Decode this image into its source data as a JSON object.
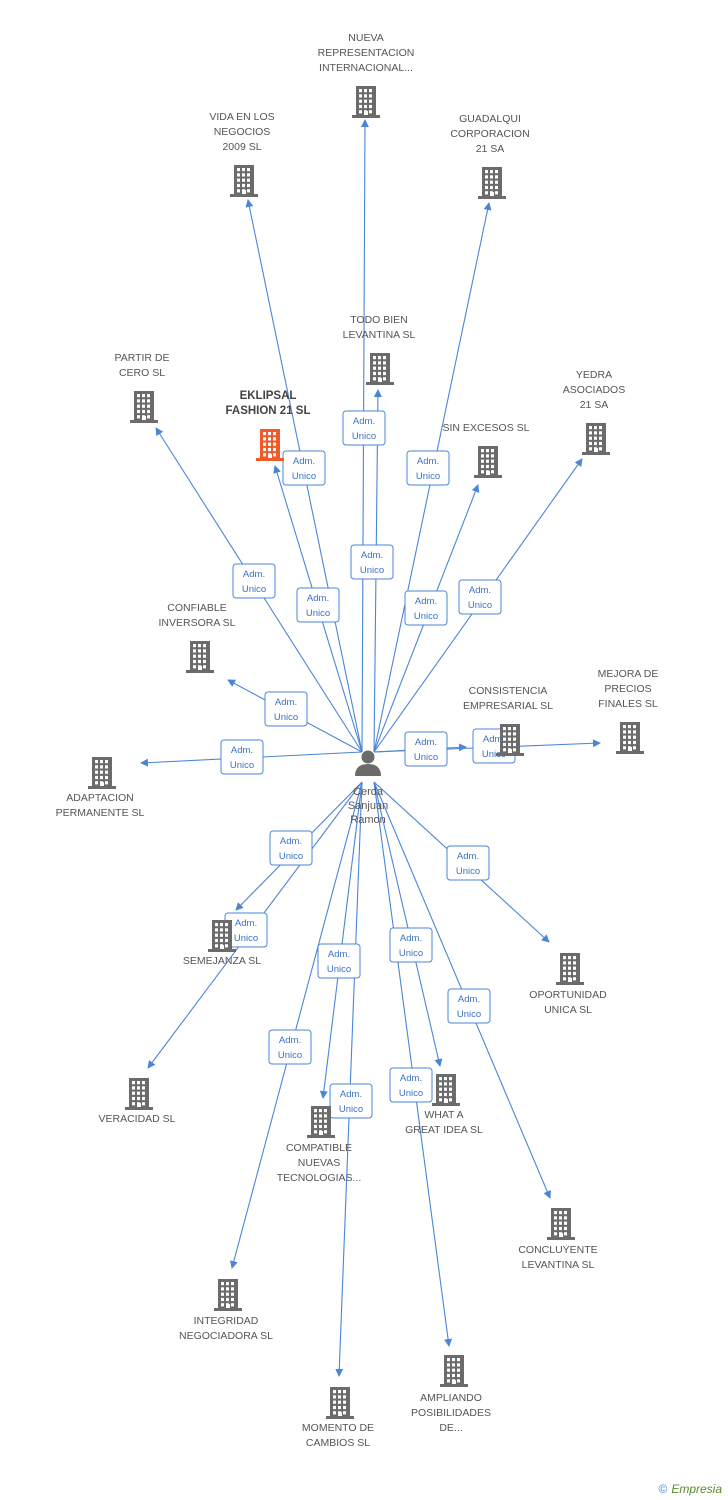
{
  "center": {
    "label_lines": [
      "Cerda",
      "Sanjuan",
      "Ramon"
    ]
  },
  "edge_label_lines": [
    "Adm.",
    "Unico"
  ],
  "nodes": [
    {
      "id": "nueva",
      "lines": [
        "NUEVA",
        "REPRESENTACION",
        "INTERNACIONAL..."
      ],
      "label_pos": "above",
      "highlight": false
    },
    {
      "id": "vida",
      "lines": [
        "VIDA EN LOS",
        "NEGOCIOS",
        "2009 SL"
      ],
      "label_pos": "above",
      "highlight": false
    },
    {
      "id": "guadalqui",
      "lines": [
        "GUADALQUI",
        "CORPORACION",
        "21 SA"
      ],
      "label_pos": "above",
      "highlight": false
    },
    {
      "id": "todobien",
      "lines": [
        "TODO BIEN",
        "LEVANTINA SL"
      ],
      "label_pos": "above",
      "highlight": false
    },
    {
      "id": "partir",
      "lines": [
        "PARTIR DE",
        "CERO SL"
      ],
      "label_pos": "above",
      "highlight": false
    },
    {
      "id": "eklipsal",
      "lines": [
        "EKLIPSAL",
        "FASHION 21 SL"
      ],
      "label_pos": "above",
      "highlight": true
    },
    {
      "id": "yedra",
      "lines": [
        "YEDRA",
        "ASOCIADOS",
        "21 SA"
      ],
      "label_pos": "above",
      "highlight": false
    },
    {
      "id": "sinexcesos",
      "lines": [
        "SIN EXCESOS SL"
      ],
      "label_pos": "above",
      "highlight": false
    },
    {
      "id": "confiable",
      "lines": [
        "CONFIABLE",
        "INVERSORA SL"
      ],
      "label_pos": "above",
      "highlight": false
    },
    {
      "id": "consistencia",
      "lines": [
        "CONSISTENCIA",
        "EMPRESARIAL SL"
      ],
      "label_pos": "above",
      "highlight": false
    },
    {
      "id": "mejora",
      "lines": [
        "MEJORA DE",
        "PRECIOS",
        "FINALES SL"
      ],
      "label_pos": "above",
      "highlight": false
    },
    {
      "id": "adaptacion",
      "lines": [
        "ADAPTACION",
        "PERMANENTE SL"
      ],
      "label_pos": "below",
      "highlight": false
    },
    {
      "id": "semejanza",
      "lines": [
        "SEMEJANZA SL"
      ],
      "label_pos": "below",
      "highlight": false
    },
    {
      "id": "oportunidad",
      "lines": [
        "OPORTUNIDAD",
        "UNICA SL"
      ],
      "label_pos": "below",
      "highlight": false
    },
    {
      "id": "veracidad",
      "lines": [
        "VERACIDAD SL"
      ],
      "label_pos": "below",
      "highlight": false
    },
    {
      "id": "whata",
      "lines": [
        "WHAT A",
        "GREAT IDEA SL"
      ],
      "label_pos": "below",
      "highlight": false
    },
    {
      "id": "compatible",
      "lines": [
        "COMPATIBLE",
        "NUEVAS",
        "TECNOLOGIAS..."
      ],
      "label_pos": "below",
      "highlight": false
    },
    {
      "id": "concluyente",
      "lines": [
        "CONCLUYENTE",
        "LEVANTINA SL"
      ],
      "label_pos": "below",
      "highlight": false
    },
    {
      "id": "integridad",
      "lines": [
        "INTEGRIDAD",
        "NEGOCIADORA SL"
      ],
      "label_pos": "below",
      "highlight": false
    },
    {
      "id": "ampliando",
      "lines": [
        "AMPLIANDO",
        "POSIBILIDADES",
        "DE..."
      ],
      "label_pos": "below",
      "highlight": false
    },
    {
      "id": "momento",
      "lines": [
        "MOMENTO DE",
        "CAMBIOS SL"
      ],
      "label_pos": "below",
      "highlight": false
    }
  ],
  "footer": {
    "copyright": "©",
    "brand": "Empresia"
  },
  "colors": {
    "edge": "#4a86d8",
    "building": "#6b6b6b",
    "highlight": "#f05a2a",
    "person": "#6b6b6b"
  }
}
